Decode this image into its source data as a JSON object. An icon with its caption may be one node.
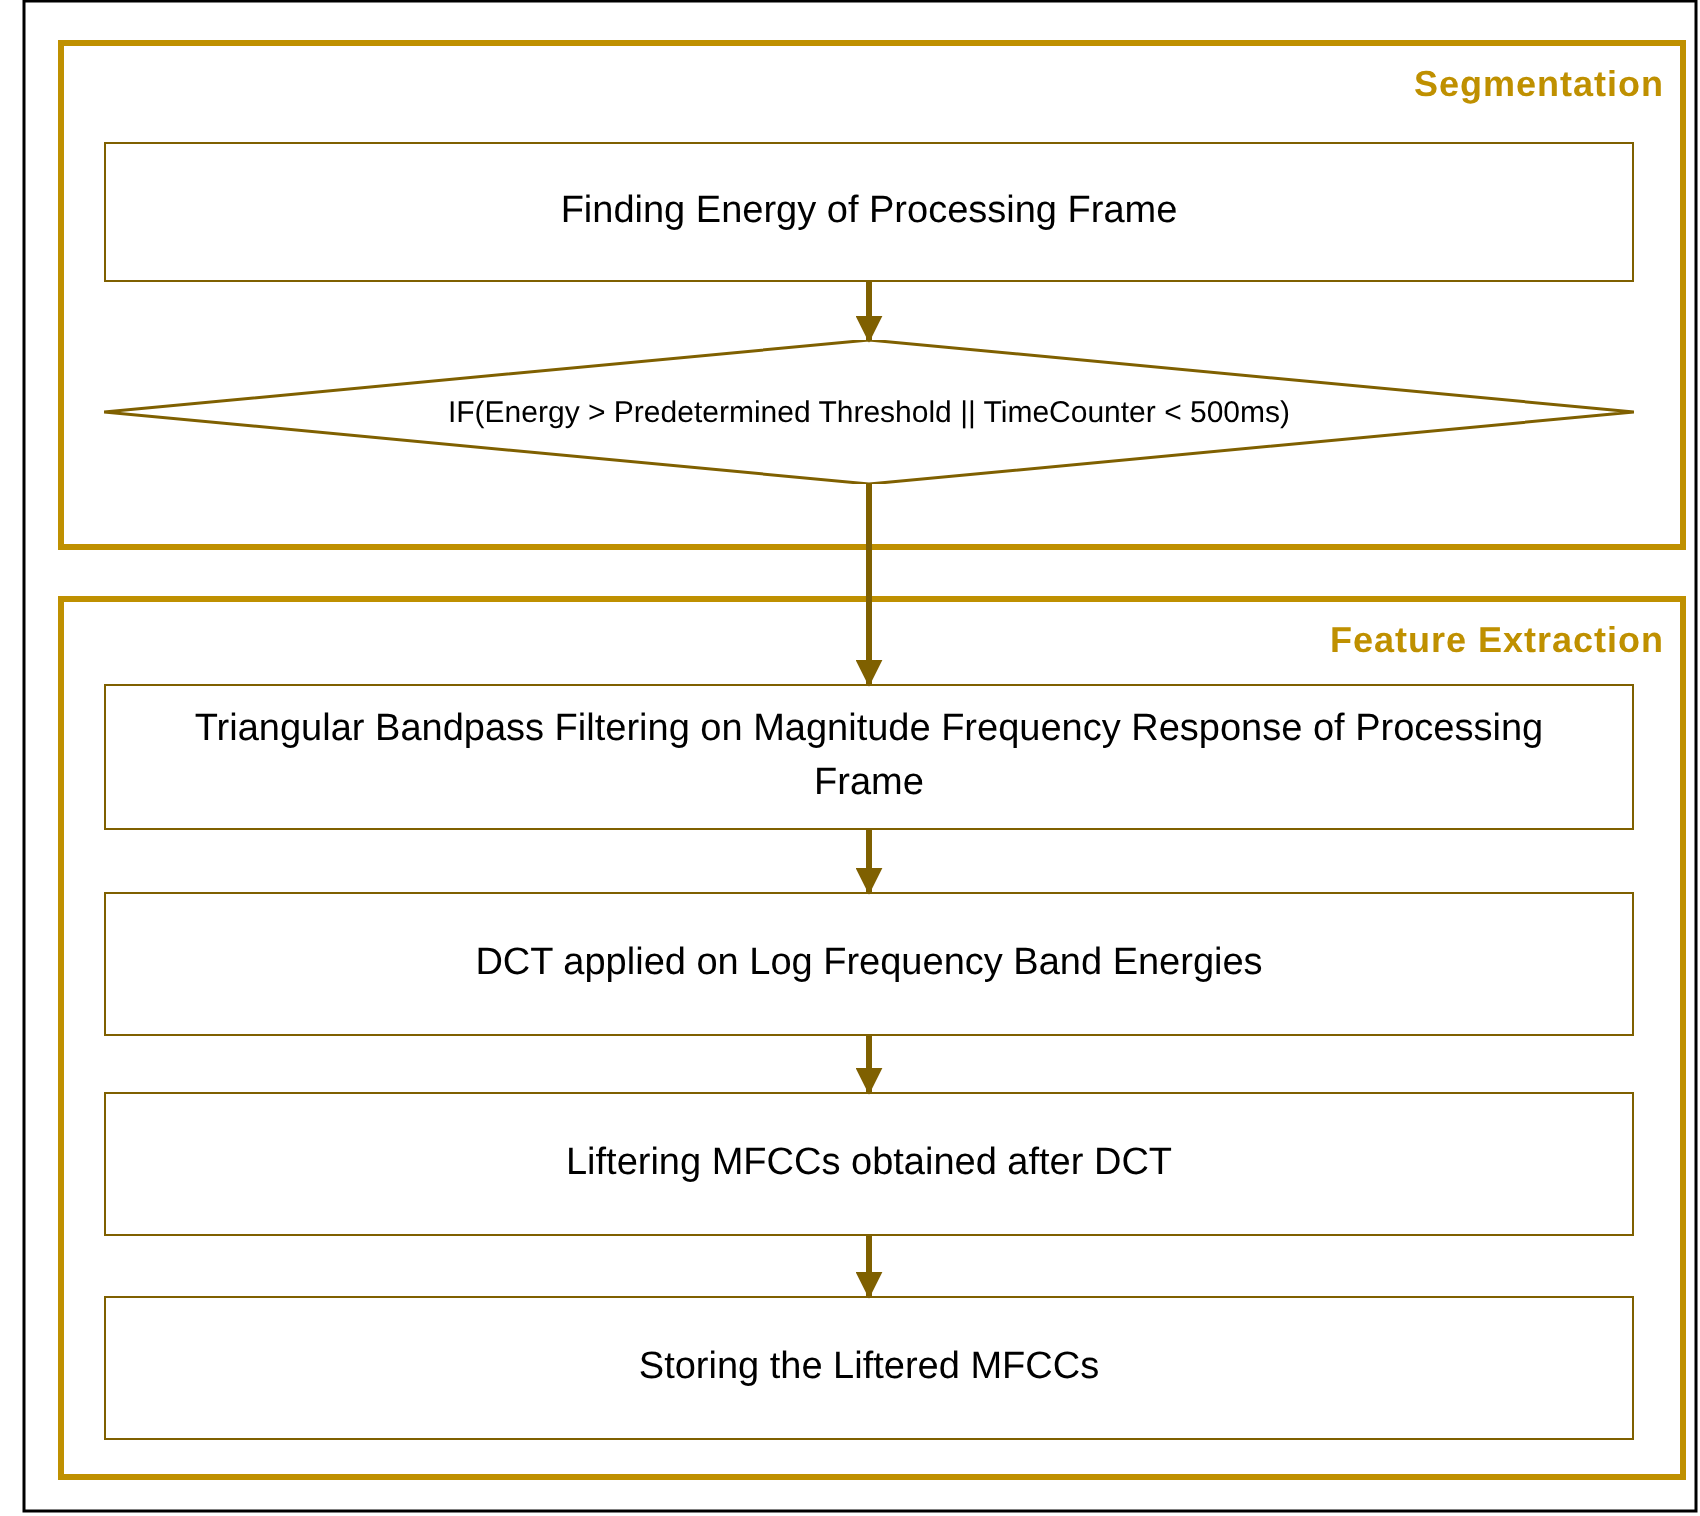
{
  "diagram": {
    "nodes": [
      {
        "text": [
          "Segmentation"
        ]
      },
      {
        "text": [
          "Finding Energy of Processing Frame"
        ],
        "in": 0
      },
      {
        "text": [
          "IF(Energy > Predetermined Threshold || TimeCounter < 500ms)"
        ],
        "in": 0
      },
      {
        "text": [
          "Feature Extraction"
        ]
      },
      {
        "text": [
          "Triangular Bandpass Filtering on Magnitude Frequency Response of Processing Frame"
        ],
        "in": 3
      },
      {
        "text": [
          "DCT applied on Log Frequency Band Energies"
        ],
        "in": 3
      },
      {
        "text": [
          "Liftering MFCCs obtained after DCT"
        ],
        "in": 3
      },
      {
        "text": [
          "Storing the Liftered MFCCs"
        ],
        "in": 3
      }
    ],
    "edges": [
      {
        "from": 1,
        "to": 2,
        "arrow": "to"
      },
      {
        "from": 2,
        "to": 4,
        "arrow": "to"
      },
      {
        "from": 4,
        "to": 5,
        "arrow": "to"
      },
      {
        "from": 5,
        "to": 6,
        "arrow": "to"
      },
      {
        "from": 6,
        "to": 7,
        "arrow": "to"
      }
    ]
  }
}
